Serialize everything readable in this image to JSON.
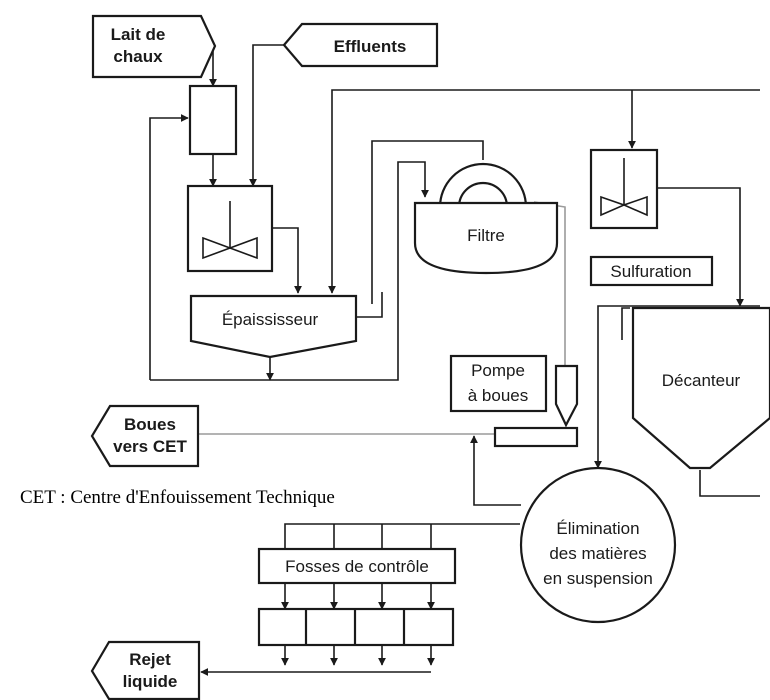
{
  "inputs": {
    "lait_de_chaux": [
      "Lait de",
      "chaux"
    ],
    "effluents": "Effluents"
  },
  "units": {
    "filtre": "Filtre",
    "epaississeur": "Épaississeur",
    "sulfuration": "Sulfuration",
    "decanteur": "Décanteur",
    "pompe_a_boues": [
      "Pompe",
      "à boues"
    ],
    "elimination": [
      "Élimination",
      "des matières",
      "en suspension"
    ],
    "fosses_de_controle": "Fosses de contrôle"
  },
  "outputs": {
    "boues_vers_cet": [
      "Boues",
      "vers CET"
    ],
    "rejet_liquide": [
      "Rejet",
      "liquide"
    ]
  },
  "legend": "CET : Centre d'Enfouissement Technique",
  "colors": {
    "line": "#1a1a1a",
    "secondary_line": "#9a9a9a"
  }
}
